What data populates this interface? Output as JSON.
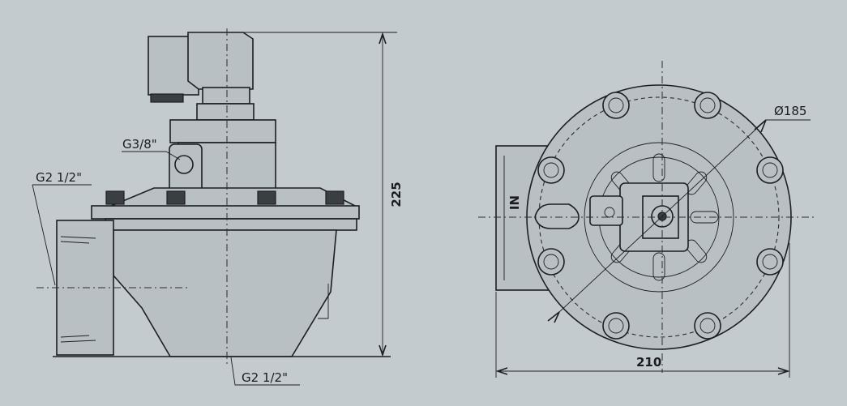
{
  "labels": {
    "solenoid_port": "G3/8\"",
    "inlet_side": "G2 1/2\"",
    "outlet_bottom": "G2 1/2\"",
    "height": "225",
    "width": "210",
    "diameter": "Ø185",
    "inlet_mark": "IN"
  }
}
